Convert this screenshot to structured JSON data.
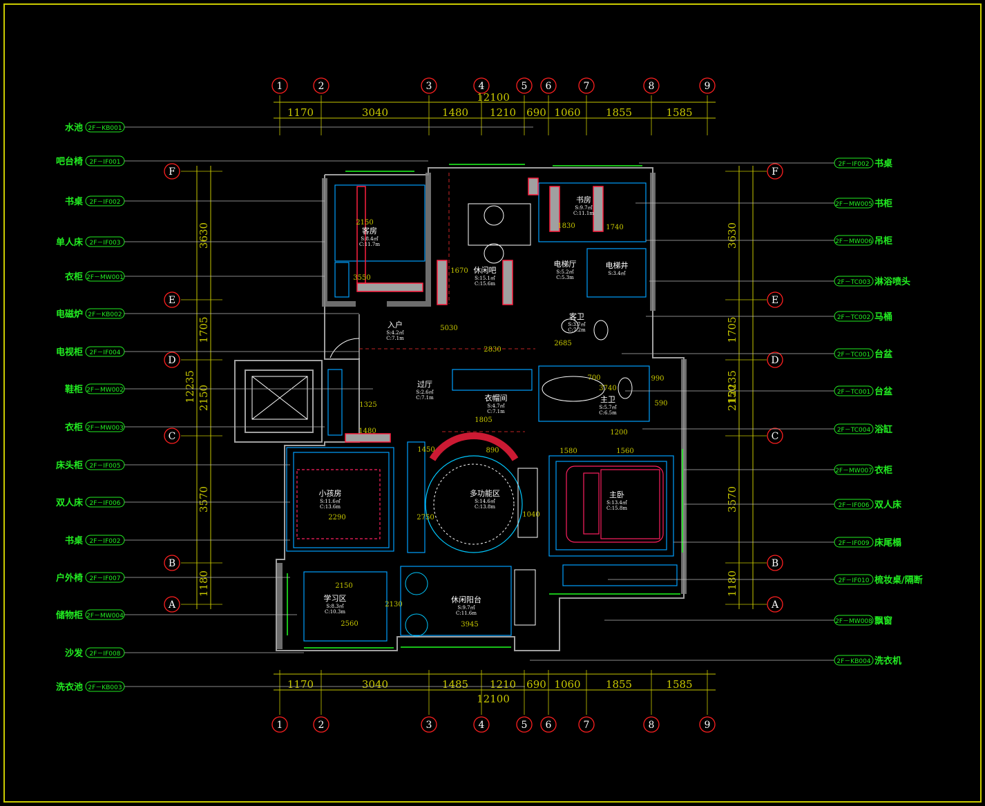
{
  "colors": {
    "background": "#000000",
    "frame": "#cccc00",
    "leader": "#b8b8b8",
    "tag": "#22ee22",
    "axis_circle": "#ff2020",
    "dimension": "#c8c800",
    "wall": "#9a9a9a",
    "room_text": "#ffffff",
    "cyan": "#00c8ff",
    "magenta": "#ff2080"
  },
  "grid_axes": {
    "columns": [
      "1",
      "2",
      "3",
      "4",
      "5",
      "6",
      "7",
      "8",
      "9"
    ],
    "rows": [
      "F",
      "E",
      "D",
      "C",
      "B",
      "A"
    ]
  },
  "dimensions": {
    "top_total": "12100",
    "top_segments": [
      "1170",
      "3040",
      "1480",
      "1210",
      "690",
      "1060",
      "1855",
      "1585"
    ],
    "bottom_total": "12100",
    "bottom_segments": [
      "1170",
      "3040",
      "1485",
      "1210",
      "690",
      "1060",
      "1855",
      "1585"
    ],
    "left_total": "12235",
    "left_segments": [
      "3630",
      "1705",
      "2150",
      "3570",
      "1180"
    ],
    "right_total": "12235",
    "right_segments": [
      "3630",
      "1705",
      "2150",
      "3570",
      "1180"
    ]
  },
  "left_callouts": [
    {
      "label": "水池",
      "code": "2F－KB001"
    },
    {
      "label": "吧台椅",
      "code": "2F－IF001"
    },
    {
      "label": "书桌",
      "code": "2F－IF002"
    },
    {
      "label": "单人床",
      "code": "2F－IF003"
    },
    {
      "label": "衣柜",
      "code": "2F－MW001"
    },
    {
      "label": "电磁炉",
      "code": "2F－KB002"
    },
    {
      "label": "电视柜",
      "code": "2F－IF004"
    },
    {
      "label": "鞋柜",
      "code": "2F－MW002"
    },
    {
      "label": "衣柜",
      "code": "2F－MW003"
    },
    {
      "label": "床头柜",
      "code": "2F－IF005"
    },
    {
      "label": "双人床",
      "code": "2F－IF006"
    },
    {
      "label": "书桌",
      "code": "2F－IF002"
    },
    {
      "label": "户外椅",
      "code": "2F－IF007"
    },
    {
      "label": "储物柜",
      "code": "2F－MW004"
    },
    {
      "label": "沙发",
      "code": "2F－IF008"
    },
    {
      "label": "洗衣池",
      "code": "2F－KB003"
    }
  ],
  "right_callouts": [
    {
      "label": "书桌",
      "code": "2F－IF002"
    },
    {
      "label": "书柜",
      "code": "2F－MW005"
    },
    {
      "label": "吊柜",
      "code": "2F－MW006"
    },
    {
      "label": "淋浴喷头",
      "code": "2F－TC003"
    },
    {
      "label": "马桶",
      "code": "2F－TC002"
    },
    {
      "label": "台盆",
      "code": "2F－TC001"
    },
    {
      "label": "台盆",
      "code": "2F－TC001"
    },
    {
      "label": "浴缸",
      "code": "2F－TC004"
    },
    {
      "label": "衣柜",
      "code": "2F－MW007"
    },
    {
      "label": "双人床",
      "code": "2F－IF006"
    },
    {
      "label": "床尾榻",
      "code": "2F－IF009"
    },
    {
      "label": "梳妆桌/隔断",
      "code": "2F－IF010"
    },
    {
      "label": "飘窗",
      "code": "2F－MW008"
    },
    {
      "label": "洗衣机",
      "code": "2F－KB004"
    }
  ],
  "rooms": [
    {
      "name": "客房",
      "area": "S:8.4㎡",
      "height": "C:11.7m"
    },
    {
      "name": "休闲吧",
      "area": "S:15.1㎡",
      "height": "C:15.6m"
    },
    {
      "name": "书房",
      "area": "S:9.7㎡",
      "height": "C:11.1m"
    },
    {
      "name": "电梯厅",
      "area": "S:5.2㎡",
      "height": "C:5.3m"
    },
    {
      "name": "电梯井",
      "area": "S:3.4㎡",
      "height": ""
    },
    {
      "name": "入户",
      "area": "S:4.2㎡",
      "height": "C:7.1m"
    },
    {
      "name": "过厅",
      "area": "S:2.6㎡",
      "height": "C:7.1m"
    },
    {
      "name": "衣帽间",
      "area": "S:4.7㎡",
      "height": "C:7.1m"
    },
    {
      "name": "主卫",
      "area": "S:5.7㎡",
      "height": "C:6.5m"
    },
    {
      "name": "客卫",
      "area": "S:3.7㎡",
      "height": "C:7.2m"
    },
    {
      "name": "小孩房",
      "area": "S:11.6㎡",
      "height": "C:13.6m"
    },
    {
      "name": "多功能区",
      "area": "S:14.6㎡",
      "height": "C:13.8m"
    },
    {
      "name": "主卧",
      "area": "S:13.4㎡",
      "height": "C:15.8m"
    },
    {
      "name": "学习区",
      "area": "S:8.3㎡",
      "height": "C:10.3m"
    },
    {
      "name": "休闲阳台",
      "area": "S:9.7㎡",
      "height": "C:11.6m"
    }
  ],
  "interior_dims": [
    "2150",
    "3550",
    "1670",
    "1740",
    "1830",
    "5030",
    "2830",
    "2150",
    "2290",
    "1480",
    "1325",
    "1805",
    "1450",
    "3740",
    "1580",
    "1560",
    "890",
    "1040",
    "2750",
    "2130",
    "3945",
    "2560",
    "990",
    "590",
    "700",
    "1200",
    "2685"
  ]
}
